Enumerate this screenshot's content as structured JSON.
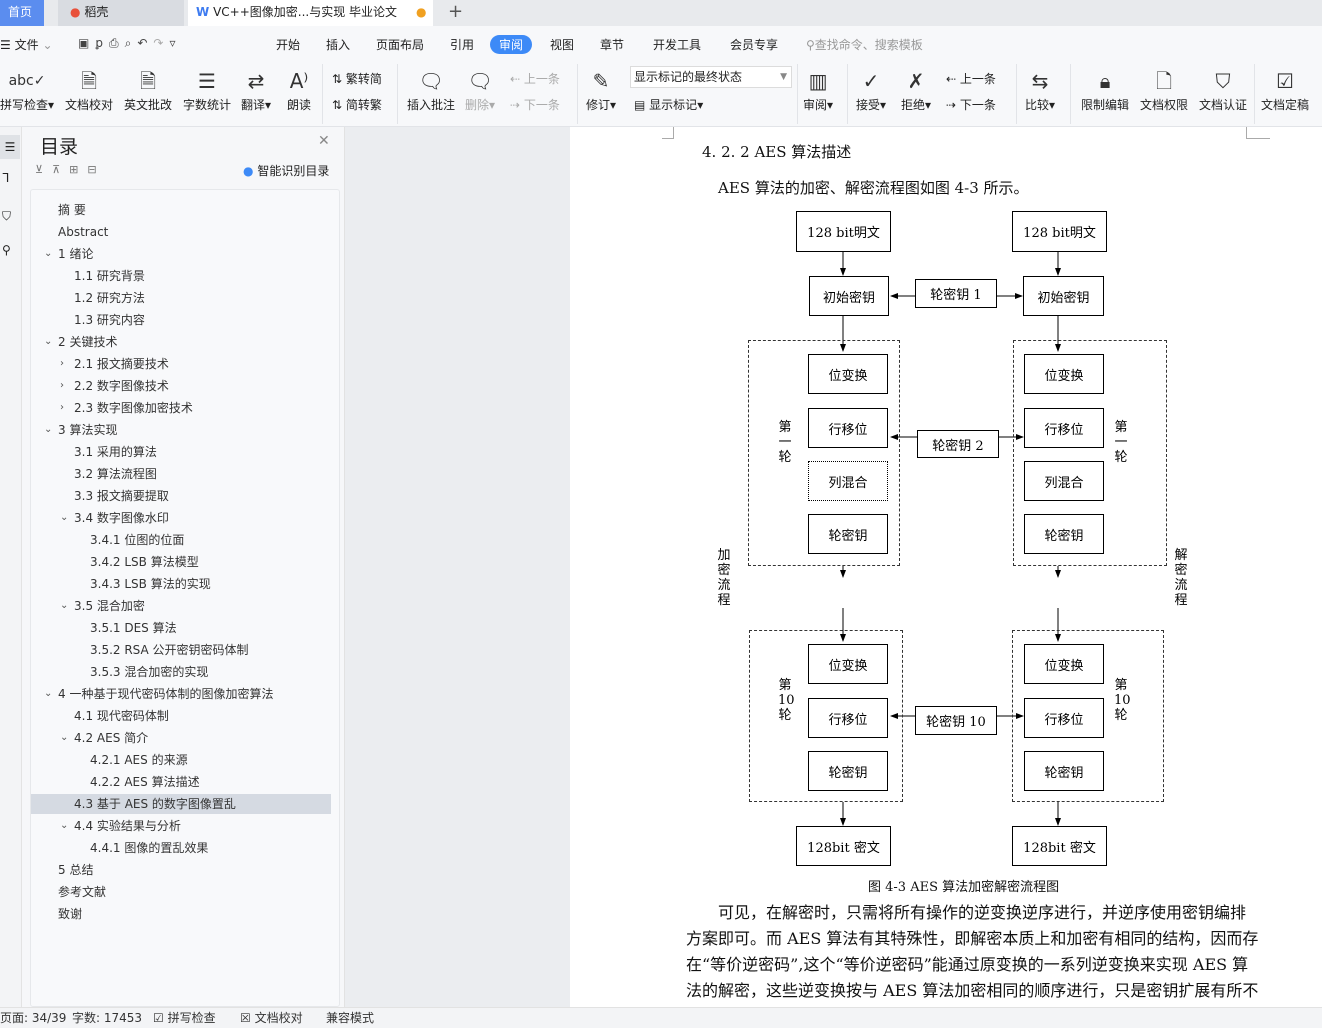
{
  "tabs": {
    "home": "首页",
    "daoke": "稻壳",
    "doc": "VC++图像加密...与实现 毕业论文",
    "new": "+"
  },
  "menubar": {
    "file": "文件",
    "items": [
      "开始",
      "插入",
      "页面布局",
      "引用",
      "审阅",
      "视图",
      "章节",
      "开发工具",
      "会员专享"
    ],
    "active": "审阅",
    "search_placeholder": "查找命令、搜索模板"
  },
  "ribbon": {
    "spell": "拼写检查",
    "proof": "文档校对",
    "en": "英文批改",
    "count": "字数统计",
    "translate": "翻译",
    "read": "朗读",
    "t2s": "繁转简",
    "s2t": "简转繁",
    "add_comment": "插入批注",
    "delete": "删除",
    "prev_comment": "上一条",
    "next_comment": "下一条",
    "revise": "修订",
    "display_select": "显示标记的最终状态",
    "show_marks": "显示标记",
    "review": "审阅",
    "accept": "接受",
    "reject": "拒绝",
    "prev_change": "上一条",
    "next_change": "下一条",
    "compare": "比较",
    "restrict": "限制编辑",
    "perm": "文档权限",
    "certify": "文档认证",
    "finalize": "文档定稿"
  },
  "nav": {
    "title": "目录",
    "smart": "智能识别目录",
    "items": [
      {
        "lvl": 0,
        "chev": "",
        "text": "摘 要"
      },
      {
        "lvl": 0,
        "chev": "",
        "text": "Abstract"
      },
      {
        "lvl": 0,
        "chev": "down",
        "text": "1  绪论"
      },
      {
        "lvl": 1,
        "chev": "",
        "text": "1.1  研究背景"
      },
      {
        "lvl": 1,
        "chev": "",
        "text": "1.2  研究方法"
      },
      {
        "lvl": 1,
        "chev": "",
        "text": "1.3  研究内容"
      },
      {
        "lvl": 0,
        "chev": "down",
        "text": "2  关键技术"
      },
      {
        "lvl": 1,
        "chev": "right",
        "text": "2.1  报文摘要技术"
      },
      {
        "lvl": 1,
        "chev": "right",
        "text": "2.2  数字图像技术"
      },
      {
        "lvl": 1,
        "chev": "right",
        "text": "2.3  数字图像加密技术"
      },
      {
        "lvl": 0,
        "chev": "down",
        "text": "3  算法实现"
      },
      {
        "lvl": 1,
        "chev": "",
        "text": "3.1  采用的算法"
      },
      {
        "lvl": 1,
        "chev": "",
        "text": "3.2  算法流程图"
      },
      {
        "lvl": 1,
        "chev": "",
        "text": "3.3  报文摘要提取"
      },
      {
        "lvl": 1,
        "chev": "down",
        "text": "3.4  数字图像水印"
      },
      {
        "lvl": 2,
        "chev": "",
        "text": "3.4.1  位图的位面"
      },
      {
        "lvl": 2,
        "chev": "",
        "text": "3.4.2 LSB 算法模型"
      },
      {
        "lvl": 2,
        "chev": "",
        "text": "3.4.3 LSB 算法的实现"
      },
      {
        "lvl": 1,
        "chev": "down",
        "text": "3.5  混合加密"
      },
      {
        "lvl": 2,
        "chev": "",
        "text": "3.5.1 DES 算法"
      },
      {
        "lvl": 2,
        "chev": "",
        "text": "3.5.2 RSA 公开密钥密码体制"
      },
      {
        "lvl": 2,
        "chev": "",
        "text": "3.5.3  混合加密的实现"
      },
      {
        "lvl": 0,
        "chev": "down",
        "text": "4  一种基于现代密码体制的图像加密算法"
      },
      {
        "lvl": 1,
        "chev": "",
        "text": "4.1 现代密码体制"
      },
      {
        "lvl": 1,
        "chev": "down",
        "text": "4.2 AES 简介"
      },
      {
        "lvl": 2,
        "chev": "",
        "text": "4.2.1 AES 的来源"
      },
      {
        "lvl": 2,
        "chev": "",
        "text": "4.2.2 AES 算法描述"
      },
      {
        "lvl": 1,
        "chev": "",
        "text": "4.3  基于 AES 的数字图像置乱",
        "selected": true
      },
      {
        "lvl": 1,
        "chev": "down",
        "text": "4.4  实验结果与分析"
      },
      {
        "lvl": 2,
        "chev": "",
        "text": "4.4.1  图像的置乱效果"
      },
      {
        "lvl": 0,
        "chev": "",
        "text": "5  总结"
      },
      {
        "lvl": 0,
        "chev": "",
        "text": "参考文献"
      },
      {
        "lvl": 0,
        "chev": "",
        "text": "致谢"
      }
    ]
  },
  "doc": {
    "heading": "4. 2. 2  AES 算法描述",
    "intro": "AES 算法的加密、解密流程图如图 4-3 所示。",
    "diagram": {
      "plain": "128 bit明文",
      "init_key": "初始密钥",
      "key1": "轮密钥 1",
      "key2": "轮密钥 2",
      "key10": "轮密钥 10",
      "sub": "位变换",
      "shift": "行移位",
      "mix": "列混合",
      "roundkey": "轮密钥",
      "cipher": "128bit 密文",
      "round1": "第一轮",
      "round10": "第10轮",
      "enc": "加密流程",
      "dec": "解密流程"
    },
    "caption": "图 4-3  AES 算法加密解密流程图",
    "para": [
      "可见，在解密时，只需将所有操作的逆变换逆序进行，并逆序使用密钥编排",
      "方案即可。而 AES 算法有其特殊性，即解密本质上和加密有相同的结构，因而存",
      "在“等价逆密码”,这个“等价逆密码”能通过原变换的一系列逆变换来实现 AES 算",
      "法的解密，这些逆变换按与 AES 算法加密相同的顺序进行，只是密钥扩展有所不"
    ]
  },
  "status": {
    "page": "页面: 34/39",
    "words": "字数: 17453",
    "spell": "拼写检查",
    "proof": "文档校对",
    "compat": "兼容模式"
  },
  "colors": {
    "accent": "#3d8af7",
    "home_tab": "#5b8def"
  }
}
